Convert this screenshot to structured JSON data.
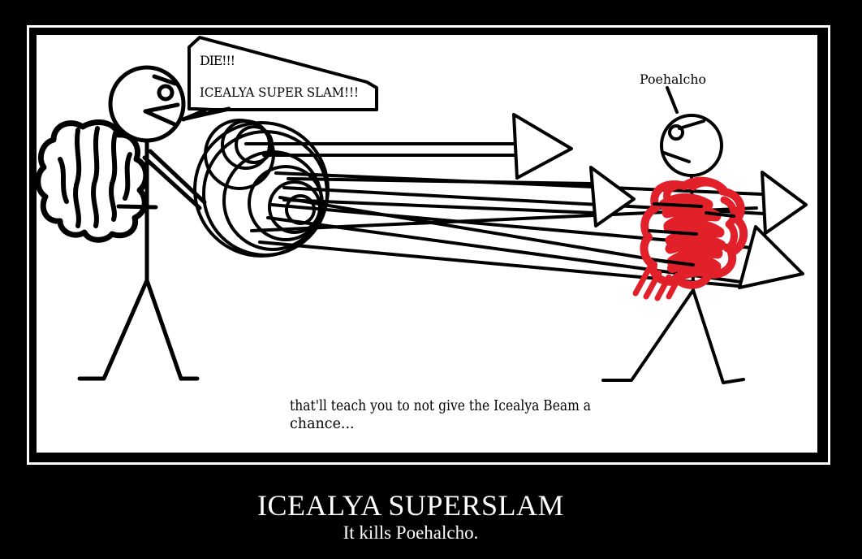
{
  "meme": {
    "image": {
      "speech_bubble": {
        "line1": "DIE!!!",
        "line2": "ICEALYA SUPER SLAM!!!"
      },
      "victim_label": "Poehalcho",
      "footnote": {
        "line1": "that'll teach you to not give the Icealya Beam a",
        "line2": "chance..."
      }
    },
    "caption": {
      "title": "ICEALYA SUPERSLAM",
      "subtitle": "It kills Poehalcho."
    },
    "colors": {
      "background": "#000000",
      "frame": "#ffffff",
      "canvas": "#ffffff",
      "ink": "#000000",
      "wound_red": "#e2202a",
      "caption_text": "#ffffff"
    }
  }
}
